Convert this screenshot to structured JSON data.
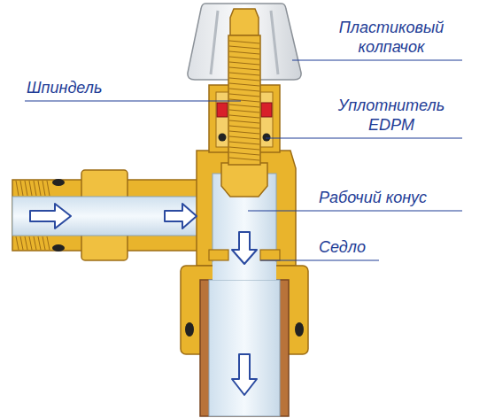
{
  "diagram": {
    "labels": [
      "Пластиковый колпачок",
      "Шпиндель",
      "Уплотнитель EDPM",
      "Рабочий конус",
      "Седло"
    ]
  }
}
